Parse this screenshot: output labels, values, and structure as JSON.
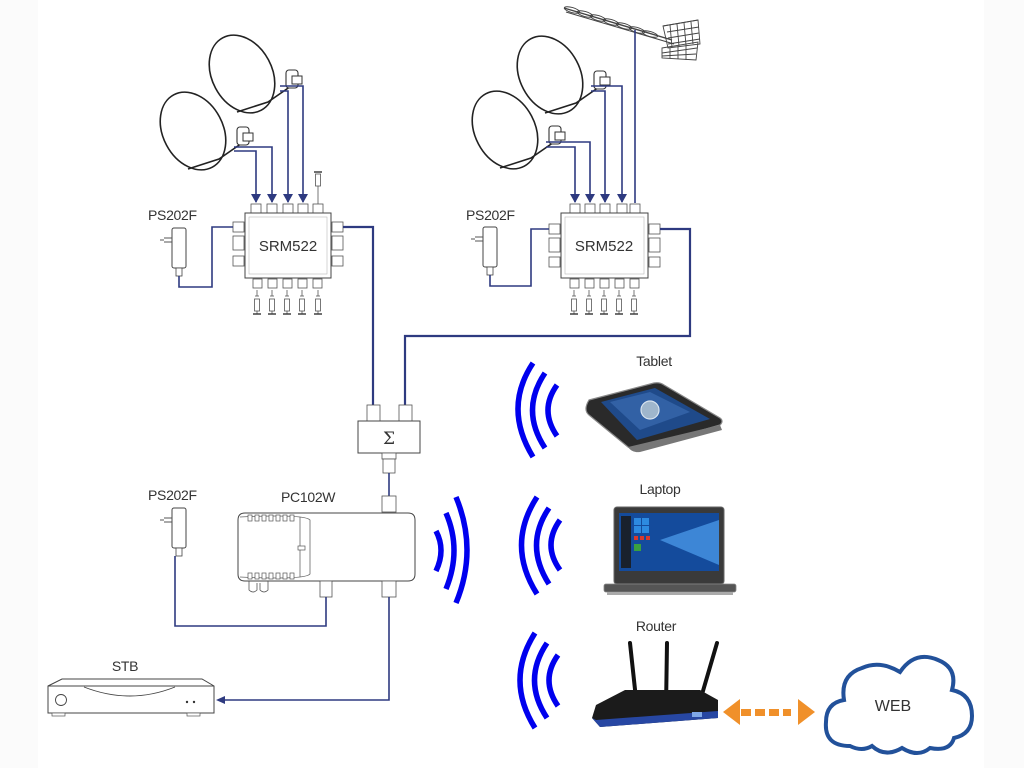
{
  "colors": {
    "cable": "#2e3a80",
    "wifi": "#0000ee",
    "arrow": "#f0902a",
    "cloud": "#22519a",
    "text": "#333333"
  },
  "left_system": {
    "multiswitch_label": "SRM522",
    "power_supply_label": "PS202F",
    "dish_count": 2
  },
  "right_system": {
    "multiswitch_label": "SRM522",
    "power_supply_label": "PS202F",
    "dish_count": 2,
    "has_terrestrial_antenna": true
  },
  "combiner": {
    "symbol": "Σ"
  },
  "wifi_unit": {
    "label": "PC102W",
    "power_supply_label": "PS202F"
  },
  "stb": {
    "label": "STB"
  },
  "devices": [
    {
      "label": "Tablet"
    },
    {
      "label": "Laptop"
    },
    {
      "label": "Router"
    }
  ],
  "cloud": {
    "label": "WEB"
  }
}
